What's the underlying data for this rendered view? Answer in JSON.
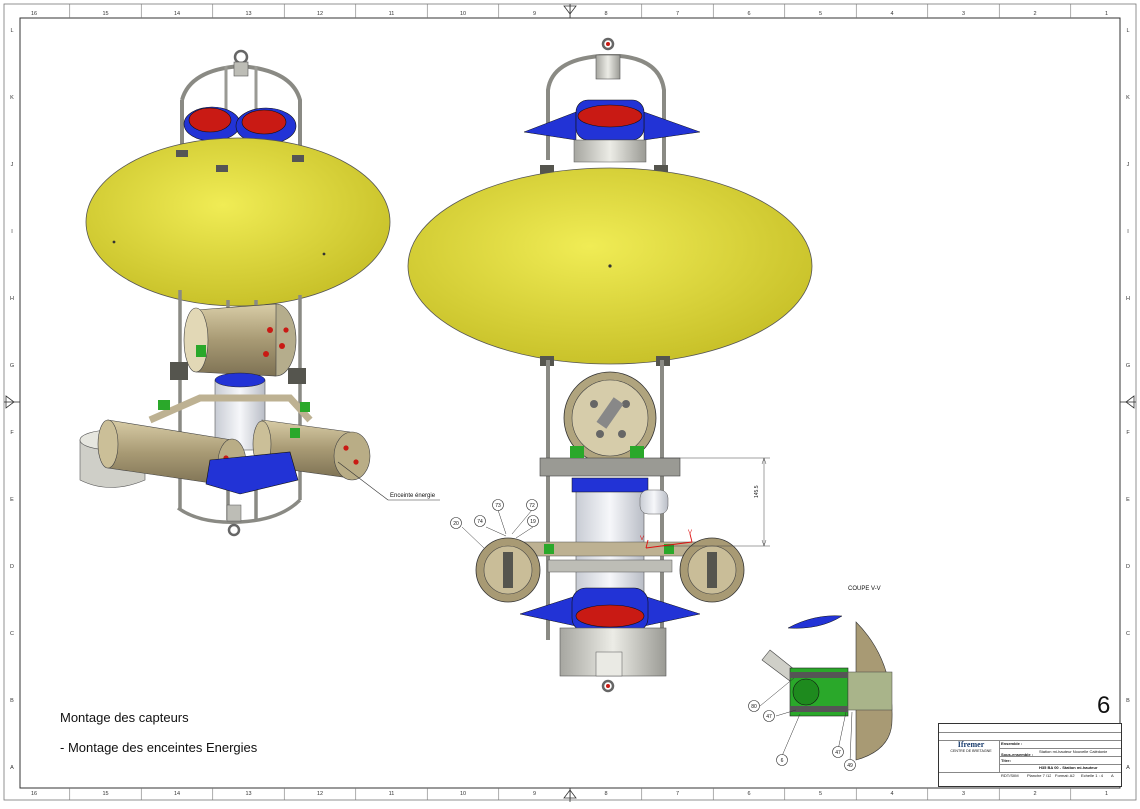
{
  "drawing": {
    "note_title": "Montage des capteurs",
    "note_line": "- Montage des enceintes Energies",
    "page_number": "6",
    "callout_energy": "Enceinte énergie",
    "section_title": "COUPE V-V",
    "section_marker": "V",
    "dimension": "145.5",
    "balloons_front": [
      "20",
      "74",
      "73",
      "72",
      "19"
    ],
    "balloons_section": [
      "80",
      "47",
      "6",
      "47",
      "49"
    ],
    "border_top_numbers": [
      "16",
      "15",
      "14",
      "13",
      "12",
      "11",
      "10",
      "9",
      "8",
      "7",
      "6",
      "5",
      "4",
      "3",
      "2",
      "1"
    ],
    "border_side_letters": [
      "L",
      "K",
      "J",
      "I",
      "H",
      "G",
      "F",
      "E",
      "D",
      "C",
      "B",
      "A"
    ],
    "colors": {
      "disc": "#e4df3a",
      "blue": "#2233d6",
      "red": "#c91a14",
      "steel": "#c8c8c0",
      "bronze": "#a89a74",
      "green": "#2aa82a"
    }
  },
  "cartouche": {
    "org_name": "Ifremer",
    "org_sub": "CENTRE DE BRETAGNE",
    "ensemble_label": "Ensemble :",
    "ensemble_value": "Station mi-hauteur Nouvelle Calédonie",
    "sous_ensemble_label": "Sous-ensemble :",
    "titre_label": "Titre:",
    "titre_value": "H35 BA 00 - Station mi-hauteur",
    "ref_value": "RDT/SIIM",
    "planche": "Planche 7 /12",
    "format": "Format: A2",
    "echelle": "Echelle 1 : 4",
    "indice": "A"
  }
}
